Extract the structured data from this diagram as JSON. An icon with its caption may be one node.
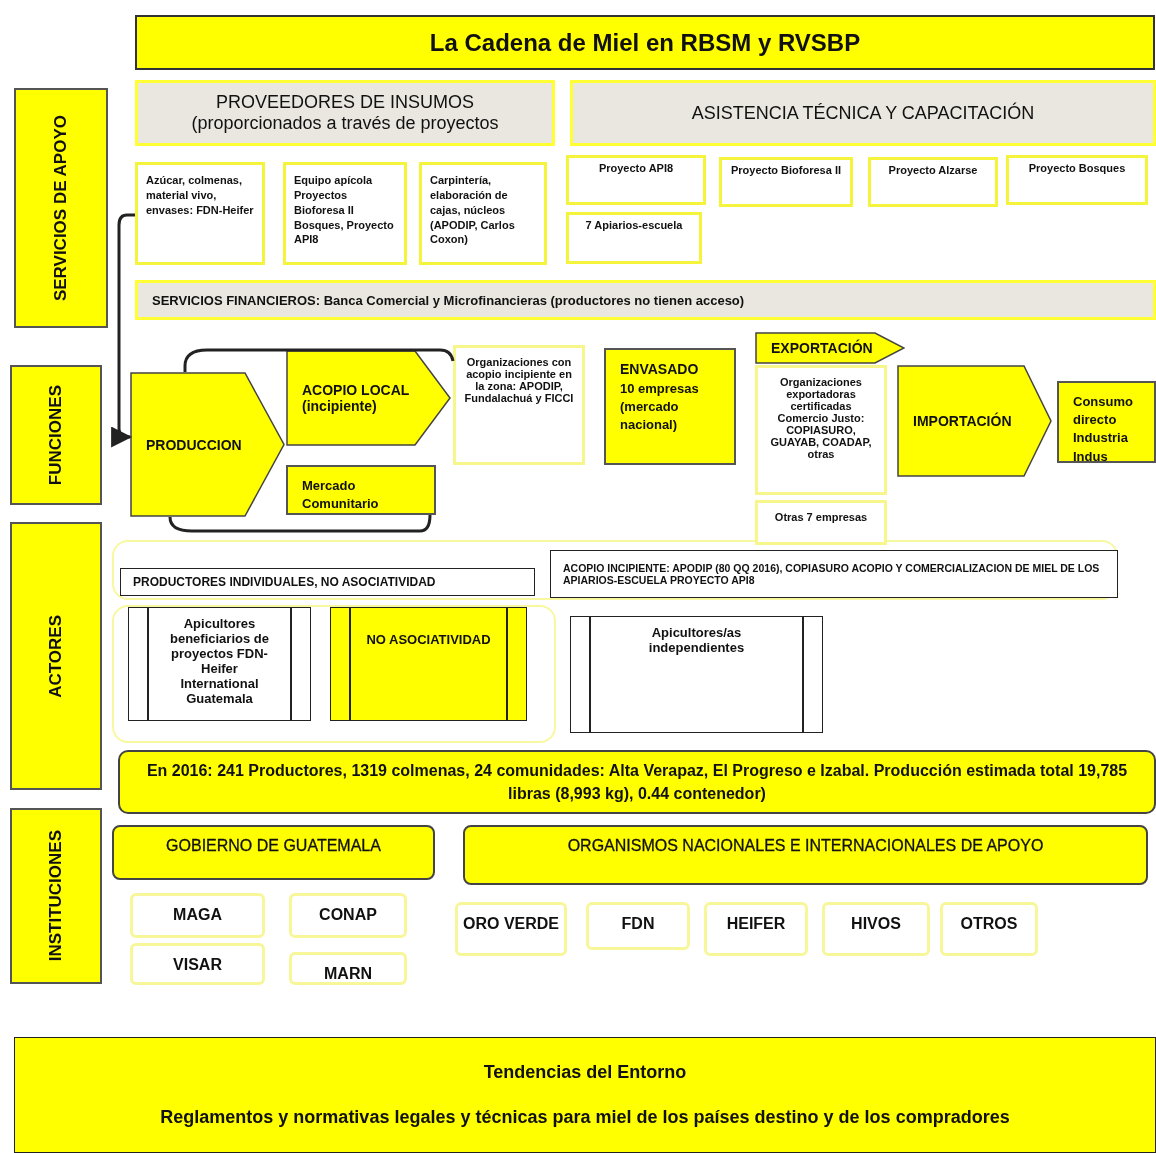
{
  "diagram": {
    "title": "La Cadena de Miel en RBSM y RVSBP",
    "nodes": [
      {
        "text": [
          "SERVICIOS DE APOYO"
        ]
      },
      {
        "text": [
          "FUNCIONES"
        ]
      },
      {
        "text": [
          "ACTORES"
        ]
      },
      {
        "text": [
          "INSTITUCIONES"
        ]
      },
      {
        "text": [
          "PROVEEDORES DE INSUMOS",
          "(proporcionados a través de proyectos"
        ]
      },
      {
        "text": [
          "ASISTENCIA TÉCNICA Y CAPACITACIÓN"
        ]
      },
      {
        "text": [
          "Azúcar, colmenas, material vivo, envases: FDN-Heifer"
        ]
      },
      {
        "text": [
          "Equipo apícola Proyectos Bioforesa II Bosques, Proyecto API8"
        ]
      },
      {
        "text": [
          "Carpintería, elaboración de cajas, núcleos (APODIP, Carlos Coxon)"
        ]
      },
      {
        "text": [
          "Proyecto API8"
        ]
      },
      {
        "text": [
          "Proyecto Bioforesa II"
        ]
      },
      {
        "text": [
          "Proyecto Alzarse"
        ]
      },
      {
        "text": [
          "Proyecto Bosques"
        ]
      },
      {
        "text": [
          "7 Apiarios-escuela"
        ]
      },
      {
        "text": [
          "SERVICIOS FINANCIEROS: Banca Comercial y Microfinancieras (productores no tienen acceso)"
        ]
      },
      {
        "text": [
          "PRODUCCION"
        ]
      },
      {
        "text": [
          "ACOPIO LOCAL (incipiente)"
        ]
      },
      {
        "text": [
          "Organizaciones con acopio incipiente en la zona: APODIP, Fundalachuá y FICCI"
        ]
      },
      {
        "text": [
          "Mercado Comunitario"
        ]
      },
      {
        "text": [
          "ENVASADO",
          "10 empresas (mercado nacional)"
        ]
      },
      {
        "text": [
          "EXPORTACIÓN"
        ]
      },
      {
        "text": [
          "Organizaciones exportadoras certificadas Comercio Justo: COPIASURO, GUAYAB, COADAP, otras"
        ]
      },
      {
        "text": [
          "Otras 7 empresas"
        ]
      },
      {
        "text": [
          "IMPORTACIÓN"
        ]
      },
      {
        "text": [
          "Consumo directo Industria Indus"
        ]
      },
      {
        "text": [
          "PRODUCTORES INDIVIDUALES,  NO ASOCIATIVIDAD"
        ]
      },
      {
        "text": [
          "ACOPIO INCIPIENTE: APODIP (80 QQ 2016), COPIASURO ACOPIO Y COMERCIALIZACION DE MIEL DE LOS APIARIOS-ESCUELA PROYECTO API8"
        ]
      },
      {
        "text": [
          "Apicultores beneficiarios de proyectos FDN-Heifer International Guatemala"
        ]
      },
      {
        "text": [
          "NO ASOCIATIVIDAD"
        ]
      },
      {
        "text": [
          "Apicultores/as independientes"
        ]
      },
      {
        "text": [
          "En 2016: 241 Productores, 1319 colmenas,  24 comunidades: Alta Verapaz, El Progreso e Izabal.  Producción estimada total 19,785 libras (8,993 kg), 0.44 contenedor)"
        ]
      },
      {
        "text": [
          "GOBIERNO DE GUATEMALA"
        ]
      },
      {
        "text": [
          "ORGANISMOS NACIONALES E INTERNACIONALES DE APOYO"
        ]
      },
      {
        "text": [
          "MAGA"
        ]
      },
      {
        "text": [
          "CONAP"
        ]
      },
      {
        "text": [
          "VISAR"
        ]
      },
      {
        "text": [
          "MARN"
        ]
      },
      {
        "text": [
          "ORO VERDE"
        ]
      },
      {
        "text": [
          "FDN"
        ]
      },
      {
        "text": [
          "HEIFER"
        ]
      },
      {
        "text": [
          "HIVOS"
        ]
      },
      {
        "text": [
          "OTROS"
        ]
      },
      {
        "text": [
          "Tendencias del Entorno",
          "Reglamentos y normativas legales y técnicas para miel de los países destino y de los compradores"
        ]
      }
    ],
    "edges": [
      {
        "from": 6,
        "to": 15,
        "arrow": "to"
      },
      {
        "from": 15,
        "to": 17,
        "arrow": "none"
      },
      {
        "from": 15,
        "to": 18,
        "arrow": "none"
      }
    ]
  }
}
